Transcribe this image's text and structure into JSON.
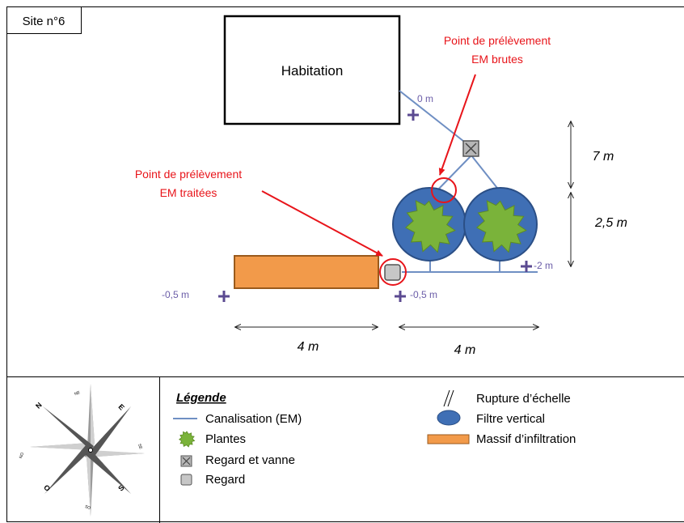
{
  "site_label": "Site n°6",
  "habitation_label": "Habitation",
  "sampling_raw": {
    "line1": "Point de prélèvement",
    "line2": "EM brutes"
  },
  "sampling_treated": {
    "line1": "Point de prélèvement",
    "line2": "EM traitées"
  },
  "elevations": {
    "zero": "0 m",
    "minus_half_left": "-0,5 m",
    "minus_half_right": "-0,5 m",
    "minus_two": "-2 m"
  },
  "dimensions": {
    "height_top": "7 m",
    "height_filter": "2,5 m",
    "width_massif": "4 m",
    "width_filters": "4 m"
  },
  "legend": {
    "title": "Légende",
    "items_left": [
      {
        "icon": "pipe-line-icon",
        "label": "Canalisation (EM)"
      },
      {
        "icon": "plant-icon",
        "label": "Plantes"
      },
      {
        "icon": "manhole-valve-icon",
        "label": "Regard et vanne"
      },
      {
        "icon": "manhole-icon",
        "label": "Regard"
      }
    ],
    "items_right": [
      {
        "icon": "scale-break-icon",
        "label": "Rupture d’échelle"
      },
      {
        "icon": "vertical-filter-icon",
        "label": "Filtre vertical"
      },
      {
        "icon": "infiltration-bed-icon",
        "label": "Massif d’infiltration"
      }
    ]
  },
  "compass": {
    "n": "N",
    "e": "E",
    "s": "S",
    "o": "O",
    "ne": "NE",
    "no": "NO",
    "se": "SE",
    "so": "SO"
  },
  "colors": {
    "pipe": "#6f8fc3",
    "filter_fill": "#3f6fb5",
    "filter_stroke": "#2b4f86",
    "plant": "#7ab33a",
    "massif_fill": "#f29a4a",
    "massif_stroke": "#9a5a1c",
    "red": "#e8141a",
    "elev_text": "#6b5da8",
    "plus": "#5b4a91"
  }
}
